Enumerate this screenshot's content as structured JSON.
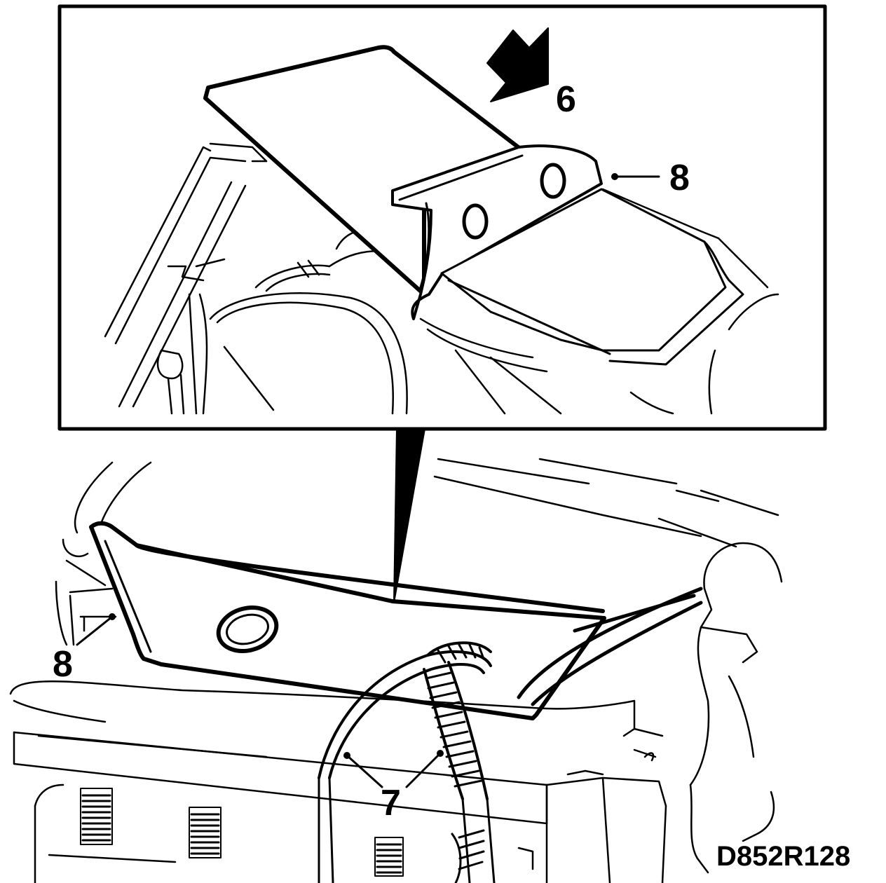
{
  "callouts": {
    "c6": "6",
    "c8_top": "8",
    "c8_left": "8",
    "c7": "7"
  },
  "figure_code": "D852R128",
  "colors": {
    "ink": "#000000",
    "paper": "#ffffff"
  }
}
